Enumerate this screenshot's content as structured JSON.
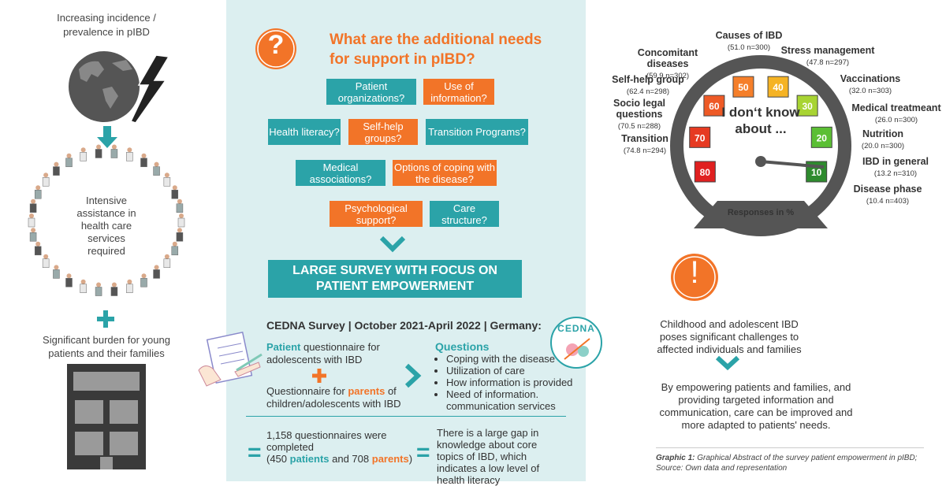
{
  "left": {
    "incidence": "Increasing incidence / prevalence in pIBD",
    "intensive": "Intensive assistance in health care services required",
    "burden": "Significant burden for young patients and their families"
  },
  "middle": {
    "question": "What are the additional needs for support in pIBD?",
    "question_mark": "?",
    "boxes": [
      {
        "label": "Patient organizations?"
      },
      {
        "label": "Use of information?"
      },
      {
        "label": "Health literacy?"
      },
      {
        "label": "Self-help groups?"
      },
      {
        "label": "Transition Programs?"
      },
      {
        "label": "Medical associations?"
      },
      {
        "label": "Options of coping with the disease?"
      },
      {
        "label": "Psychological support?"
      },
      {
        "label": "Care structure?"
      }
    ],
    "survey_banner": "LARGE SURVEY WITH FOCUS ON PATIENT EMPOWERMENT",
    "survey_title": "CEDNA Survey | October 2021-April 2022 | Germany:",
    "logo_text": "CEDNA",
    "patient_word": "Patient",
    "patient_rest": "questionnaire for adolescents with IBD",
    "parents_prefix": "Questionnaire for",
    "parents_word": "parents",
    "parents_rest": "of children/adolescents with IBD",
    "questions_heading": "Questions",
    "questions": [
      "Coping with the disease",
      "Utilization of care",
      "How information is provided",
      "Need of information. communication services"
    ],
    "completed_main": "1,158 questionnaires were completed",
    "completed_open": "(450",
    "completed_patients": "patients",
    "completed_and": "and 708",
    "completed_parents": "parents",
    "completed_close": ")",
    "gap_text": "There is a large gap in knowledge about core topics of IBD, which indicates a low level of health literacy"
  },
  "gauge": {
    "center_text": "I don‘t know about ...",
    "responses": "Responses in %",
    "ticks": [
      "80",
      "70",
      "60",
      "50",
      "40",
      "30",
      "20",
      "10"
    ],
    "labels": [
      {
        "name": "Causes of IBD",
        "stat": "(51.0 n=300)"
      },
      {
        "name": "Concomitant diseases",
        "stat": "(59.9 n=302)"
      },
      {
        "name": "Stress management",
        "stat": "(47.8 n=297)"
      },
      {
        "name": "Self-help group",
        "stat": "(62.4 n=298)"
      },
      {
        "name": "Vaccinations",
        "stat": "(32.0 n=303)"
      },
      {
        "name": "Socio legal questions",
        "stat": "(70.5 n=288)"
      },
      {
        "name": "Medical treatmeant",
        "stat": "(26.0 n=300)"
      },
      {
        "name": "Transition",
        "stat": "(74.8 n=294)"
      },
      {
        "name": "Nutrition",
        "stat": "(20.0 n=300)"
      },
      {
        "name": "IBD in general",
        "stat": "(13.2 n=310)"
      },
      {
        "name": "Disease phase",
        "stat": "(10.4 n=403)"
      }
    ],
    "needle_value": 10
  },
  "right": {
    "exclamation": "!",
    "challenge": "Childhood and adolescent IBD poses significant challenges to affected individuals and families",
    "empower": "By empowering patients and families, and providing targeted information and communication, care can be improved and more adapted to patients' needs.",
    "caption_label": "Graphic 1:",
    "caption_text": "Graphical Abstract of the survey patient empowerment in pIBD; Source: Own data and representation"
  },
  "colors": {
    "teal": "#2ba3a8",
    "orange": "#f27428",
    "panel": "#dceff0"
  }
}
